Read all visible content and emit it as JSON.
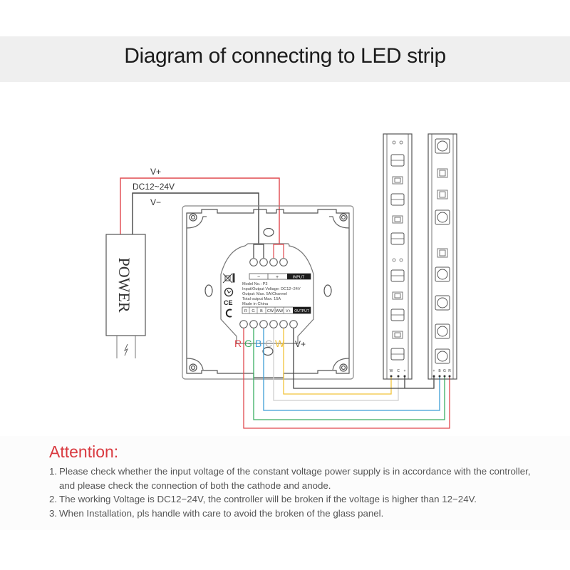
{
  "title": "Diagram of connecting to LED strip",
  "diagram": {
    "power_supply": {
      "label": "POWER",
      "output_labels": {
        "positive": "V+",
        "voltage": "DC12~24V",
        "negative": "V−"
      }
    },
    "controller": {
      "input_terminals": [
        "−",
        "+",
        "INPUT"
      ],
      "label_lines": [
        "Model No.: P3",
        "Input/Output Voltage: DC12~24V",
        "Output: Max. 5A/Channel",
        "Total output Max. 15A",
        "Made in China"
      ],
      "output_terminals": [
        "R",
        "G",
        "B",
        "CW",
        "WW",
        "V+",
        "OUTPUT"
      ],
      "wire_labels": [
        {
          "text": "R",
          "color": "#e0484e"
        },
        {
          "text": "G",
          "color": "#3aae62"
        },
        {
          "text": "B",
          "color": "#3e9ed6"
        },
        {
          "text": "C",
          "color": "#b8b8b8"
        },
        {
          "text": "W",
          "color": "#f2c33a"
        },
        {
          "text": "V+",
          "color": "#333333"
        }
      ],
      "icons": [
        "weee-bin-icon",
        "rohs-icon",
        "ce-icon",
        "c-tick-icon"
      ]
    },
    "led_strips": [
      {
        "name": "cct-strip",
        "pad_labels": [
          "W",
          "C",
          "+"
        ]
      },
      {
        "name": "rgb-strip",
        "pad_labels": [
          "+",
          "B",
          "G",
          "R"
        ]
      }
    ],
    "colors": {
      "red": "#e0484e",
      "green": "#3aae62",
      "blue": "#3e9ed6",
      "cold_white": "#c8c8c8",
      "warm_white": "#f2c33a",
      "black": "#3a3a3a"
    }
  },
  "attention": {
    "title": "Attention:",
    "items": [
      {
        "num": "1.",
        "text": "Please check whether the input voltage of the constant voltage power supply is in accordance with the controller, and please check the connection of both the cathode and anode."
      },
      {
        "num": "2.",
        "text": "The working Voltage is DC12−24V, the controller will be broken if the voltage is higher than 12−24V."
      },
      {
        "num": "3.",
        "text": "When Installation, pls handle with care to avoid the broken of the glass panel."
      }
    ]
  }
}
